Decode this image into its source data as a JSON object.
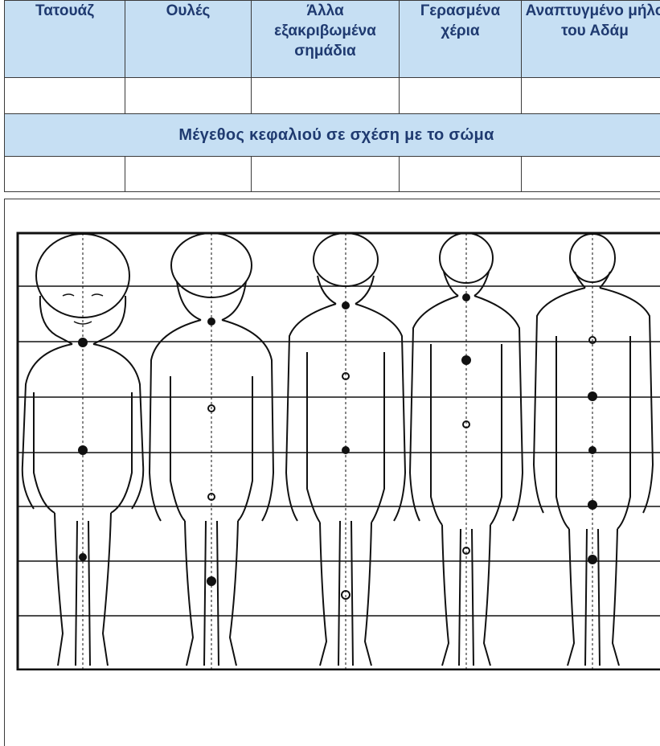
{
  "table": {
    "headers": [
      "Τατουάζ",
      "Ουλές",
      "Άλλα εξακριβωμένα σημάδια",
      "Γερασμένα χέρια",
      "Αναπτυγμένο μήλο του Αδάμ"
    ],
    "section_title": "Μέγεθος κεφαλιού σε σχέση με το σώμα"
  },
  "figure": {
    "figures_count_note": "five standing human figures at increasing ages over a proportion grid"
  },
  "colors": {
    "header_bg": "#c6dff3",
    "header_text": "#1f3a70",
    "border": "#3a3a3a"
  }
}
